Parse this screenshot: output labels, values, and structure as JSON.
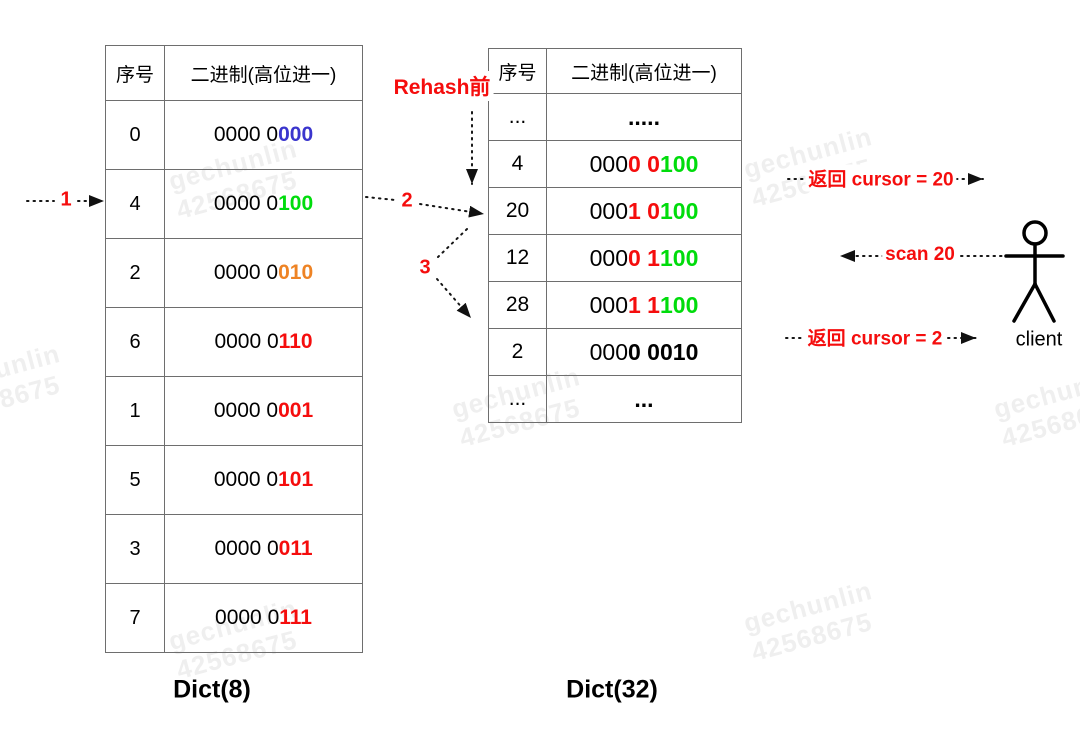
{
  "colors": {
    "red": "#f50d0d",
    "green": "#00dc0c",
    "blue": "#3a35cd",
    "orange": "#ee8324",
    "black": "#000000"
  },
  "watermark": {
    "line1": "gechunlin",
    "line2": "42568675"
  },
  "left_table": {
    "caption": "Dict(8)",
    "headers": {
      "col1": "序号",
      "col2": "二进制(高位进一)"
    },
    "rows": [
      {
        "index": "0",
        "prefix": "0000 0",
        "suffix": "000",
        "color": "#3a35cd"
      },
      {
        "index": "4",
        "prefix": "0000 0",
        "suffix": "100",
        "color": "#00dc0c"
      },
      {
        "index": "2",
        "prefix": "0000 0",
        "suffix": "010",
        "color": "#ee8324"
      },
      {
        "index": "6",
        "prefix": "0000 0",
        "suffix": "110",
        "color": "#f50d0d"
      },
      {
        "index": "1",
        "prefix": "0000 0",
        "suffix": "001",
        "color": "#f50d0d"
      },
      {
        "index": "5",
        "prefix": "0000 0",
        "suffix": "101",
        "color": "#f50d0d"
      },
      {
        "index": "3",
        "prefix": "0000 0",
        "suffix": "011",
        "color": "#f50d0d"
      },
      {
        "index": "7",
        "prefix": "0000 0",
        "suffix": "111",
        "color": "#f50d0d"
      }
    ]
  },
  "right_table": {
    "caption": "Dict(32)",
    "headers": {
      "col1": "序号",
      "col2": "二进制(高位进一)"
    },
    "rows": [
      {
        "index": "...",
        "seg1": "",
        "seg2": "",
        "seg2_color": "#000000",
        "seg3": "",
        "seg3_color": "#000000",
        "seg4": ".....",
        "seg4_color": "#000000"
      },
      {
        "index": "4",
        "seg1": "000",
        "seg2": "0",
        "seg2_color": "#f50d0d",
        "seg3": " 0",
        "seg3_color": "#f50d0d",
        "seg4": "100",
        "seg4_color": "#00dc0c"
      },
      {
        "index": "20",
        "seg1": "000",
        "seg2": "1",
        "seg2_color": "#f50d0d",
        "seg3": " 0",
        "seg3_color": "#f50d0d",
        "seg4": "100",
        "seg4_color": "#00dc0c"
      },
      {
        "index": "12",
        "seg1": "000",
        "seg2": "0",
        "seg2_color": "#f50d0d",
        "seg3": " 1",
        "seg3_color": "#f50d0d",
        "seg4": "100",
        "seg4_color": "#00dc0c"
      },
      {
        "index": "28",
        "seg1": "000",
        "seg2": "1",
        "seg2_color": "#f50d0d",
        "seg3": " 1",
        "seg3_color": "#f50d0d",
        "seg4": "100",
        "seg4_color": "#00dc0c"
      },
      {
        "index": "2",
        "seg1": "000",
        "seg2": "0",
        "seg2_color": "#000000",
        "seg3": " 0",
        "seg3_color": "#000000",
        "seg4": "010",
        "seg4_color": "#000000"
      },
      {
        "index": "...",
        "seg1": "",
        "seg2": "",
        "seg2_color": "#000000",
        "seg3": "",
        "seg3_color": "#000000",
        "seg4": "...",
        "seg4_color": "#000000"
      }
    ]
  },
  "annotations": {
    "rehash_label": "Rehash前",
    "step1": "1",
    "step2": "2",
    "step3": "3",
    "return_cursor_20": "返回 cursor = 20",
    "scan_20": "scan 20",
    "return_cursor_2": "返回 cursor = 2",
    "client_label": "client"
  }
}
